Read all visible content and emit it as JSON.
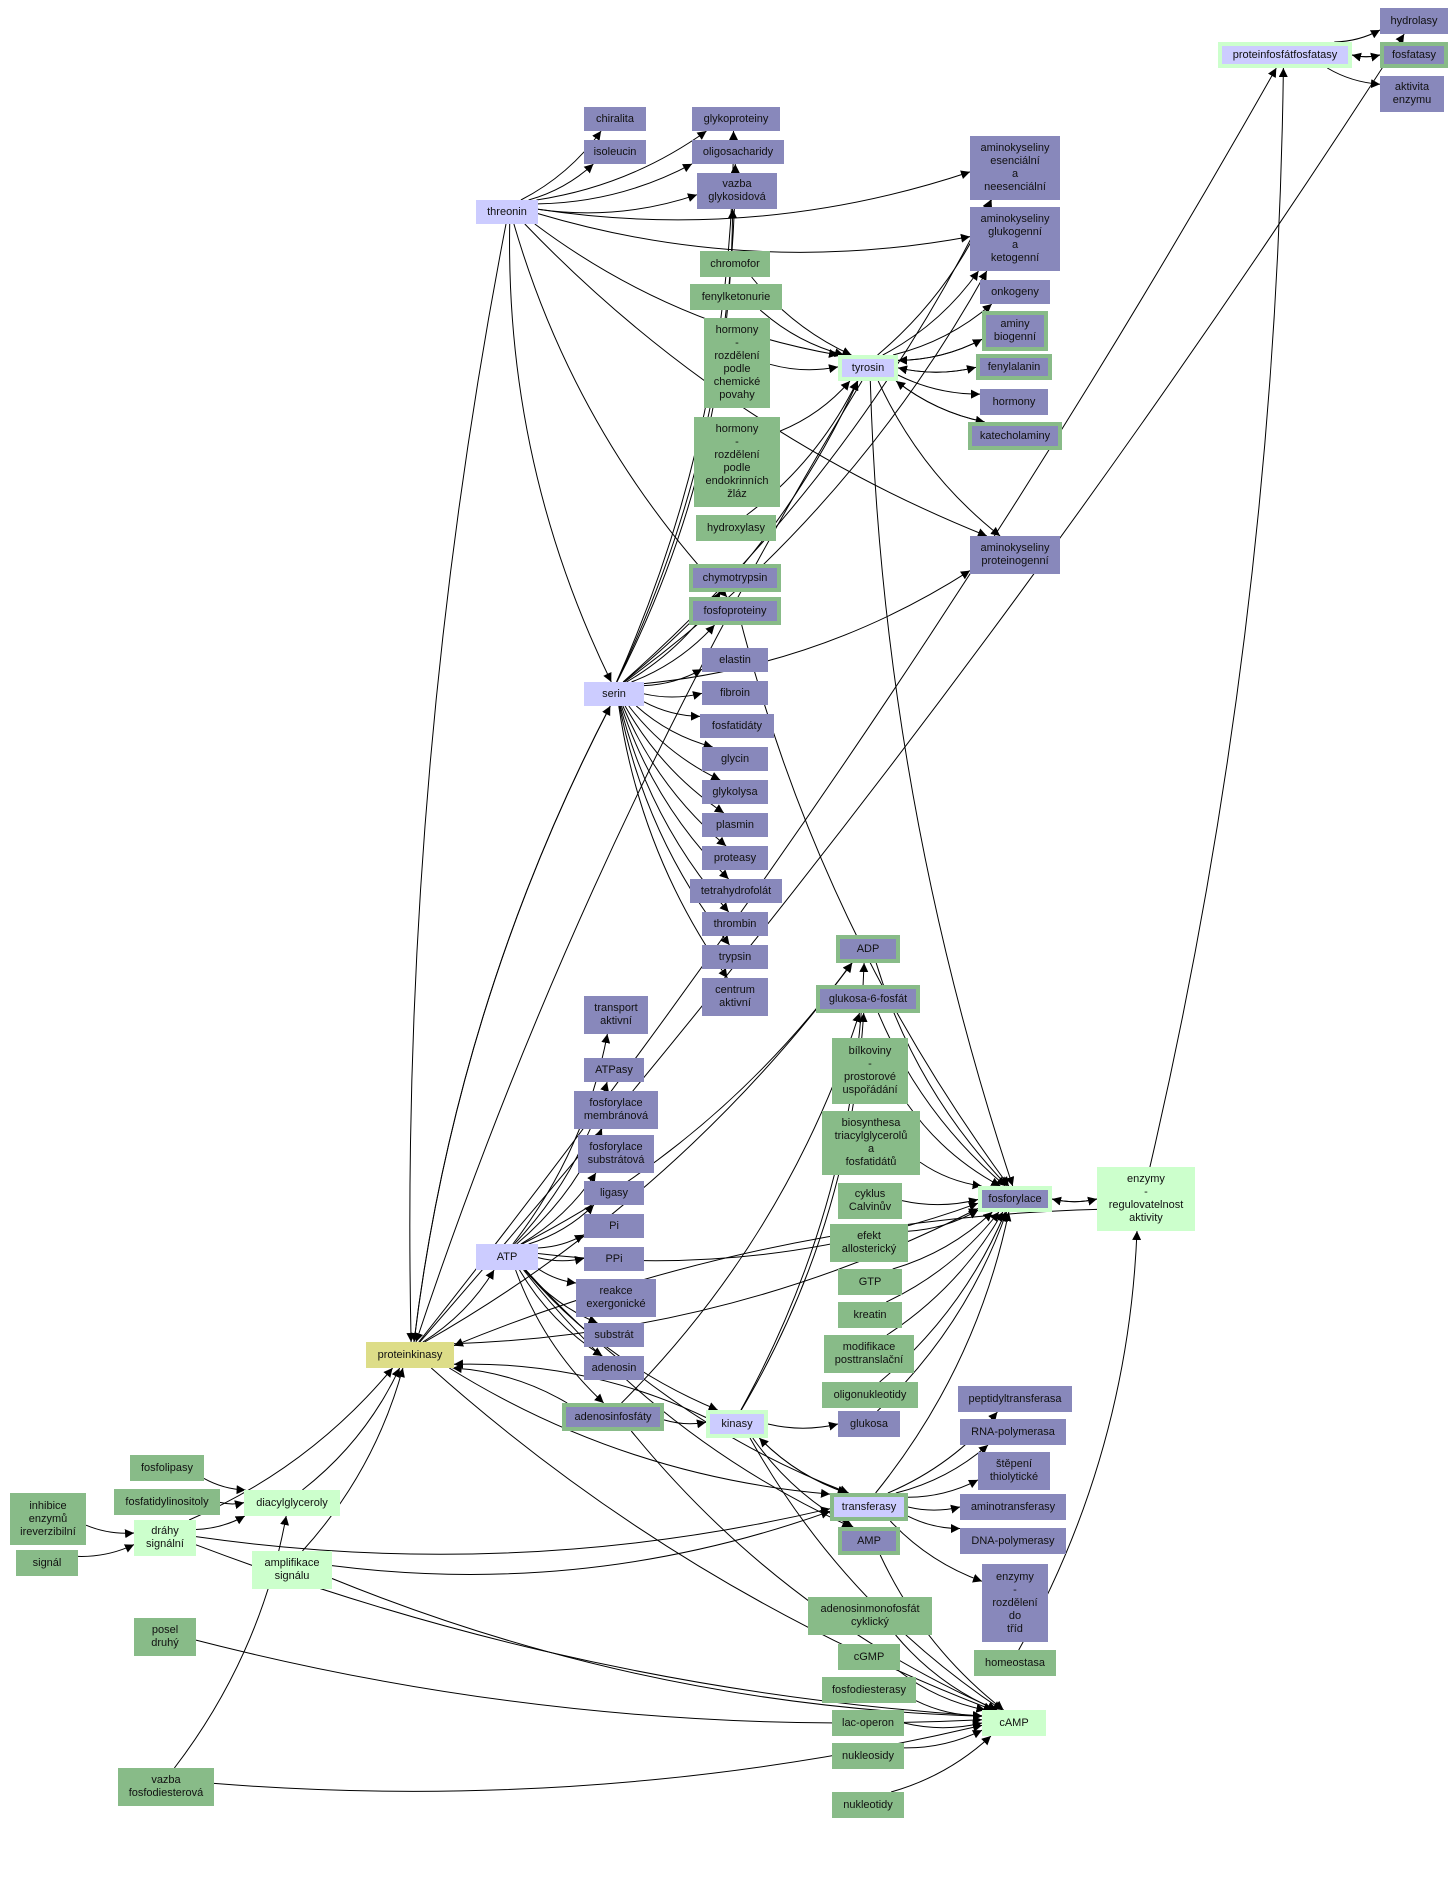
{
  "nodes": {
    "hydrolasy": {
      "label": "hydrolasy",
      "style": "blue"
    },
    "proteinfosfatfosfatasy": {
      "label": "proteinfosfátfosfatasy",
      "style": "lavender-mintframe"
    },
    "fosfatasy": {
      "label": "fosfatasy",
      "style": "blue-greenframe"
    },
    "aktivita_enzymu": {
      "label": "aktivita\nenzymu",
      "style": "blue"
    },
    "chiralita": {
      "label": "chiralita",
      "style": "blue"
    },
    "isoleucin": {
      "label": "isoleucin",
      "style": "blue"
    },
    "glykoproteiny": {
      "label": "glykoproteiny",
      "style": "blue"
    },
    "oligosacharidy": {
      "label": "oligosacharidy",
      "style": "blue"
    },
    "vazba_glykosidova": {
      "label": "vazba\nglykosidová",
      "style": "blue"
    },
    "threonin": {
      "label": "threonin",
      "style": "lavender"
    },
    "aminokyseliny_esencialni": {
      "label": "aminokyseliny\nesenciální\na\nneesenciální",
      "style": "blue"
    },
    "aminokyseliny_glukogenni": {
      "label": "aminokyseliny\nglukogenní\na\nketogenní",
      "style": "blue"
    },
    "chromofor": {
      "label": "chromofor",
      "style": "green"
    },
    "fenylketonurie": {
      "label": "fenylketonurie",
      "style": "green"
    },
    "onkogeny": {
      "label": "onkogeny",
      "style": "blue"
    },
    "aminy_biogenni": {
      "label": "aminy\nbiogenní",
      "style": "blue-greenframe"
    },
    "hormony_chemicke": {
      "label": "hormony\n-\nrozdělení\npodle\nchemické\npovahy",
      "style": "green"
    },
    "tyrosin": {
      "label": "tyrosin",
      "style": "lavender-mintframe"
    },
    "fenylalanin": {
      "label": "fenylalanin",
      "style": "blue-greenframe"
    },
    "hormony": {
      "label": "hormony",
      "style": "blue"
    },
    "hormony_endokrinni": {
      "label": "hormony\n-\nrozdělení\npodle\nendokrinních\nžláz",
      "style": "green"
    },
    "katecholaminy": {
      "label": "katecholaminy",
      "style": "blue-greenframe"
    },
    "hydroxylasy": {
      "label": "hydroxylasy",
      "style": "green"
    },
    "aminokyseliny_proteinogenni": {
      "label": "aminokyseliny\nproteinogenní",
      "style": "blue"
    },
    "chymotrypsin": {
      "label": "chymotrypsin",
      "style": "blue-greenframe"
    },
    "fosfoproteiny": {
      "label": "fosfoproteiny",
      "style": "blue-greenframe"
    },
    "elastin": {
      "label": "elastin",
      "style": "blue"
    },
    "serin": {
      "label": "serin",
      "style": "lavender"
    },
    "fibroin": {
      "label": "fibroin",
      "style": "blue"
    },
    "fosfatidaty": {
      "label": "fosfatidáty",
      "style": "blue"
    },
    "glycin": {
      "label": "glycin",
      "style": "blue"
    },
    "glykolysa": {
      "label": "glykolysa",
      "style": "blue"
    },
    "plasmin": {
      "label": "plasmin",
      "style": "blue"
    },
    "proteasy": {
      "label": "proteasy",
      "style": "blue"
    },
    "tetrahydrofolat": {
      "label": "tetrahydrofolát",
      "style": "blue"
    },
    "thrombin": {
      "label": "thrombin",
      "style": "blue"
    },
    "trypsin": {
      "label": "trypsin",
      "style": "blue"
    },
    "centrum_aktivni": {
      "label": "centrum\naktivní",
      "style": "blue"
    },
    "adp": {
      "label": "ADP",
      "style": "blue-greenframe"
    },
    "glukosa6fosfat": {
      "label": "glukosa-6-fosfát",
      "style": "blue-greenframe"
    },
    "transport_aktivni": {
      "label": "transport\naktivní",
      "style": "blue"
    },
    "bilkoviny": {
      "label": "bílkoviny\n-\nprostorové\nuspořádání",
      "style": "green"
    },
    "atpasy": {
      "label": "ATPasy",
      "style": "blue"
    },
    "fosforylace_membranova": {
      "label": "fosforylace\nmembránová",
      "style": "blue"
    },
    "biosynthesa": {
      "label": "biosynthesa\ntriacylglycerolů\na\nfosfatidátů",
      "style": "green"
    },
    "fosforylace_substratova": {
      "label": "fosforylace\nsubstrátová",
      "style": "blue"
    },
    "ligasy": {
      "label": "ligasy",
      "style": "blue"
    },
    "cyklus_calvinuv": {
      "label": "cyklus\nCalvinův",
      "style": "green"
    },
    "fosforylace": {
      "label": "fosforylace",
      "style": "blue-mintframe"
    },
    "enzymy_regulovatelnost": {
      "label": "enzymy\n-\nregulovatelnost\naktivity",
      "style": "mint"
    },
    "pi": {
      "label": "Pi",
      "style": "blue"
    },
    "efekt_allostericky": {
      "label": "efekt\nallosterický",
      "style": "green"
    },
    "atp": {
      "label": "ATP",
      "style": "lavender"
    },
    "ppi": {
      "label": "PPi",
      "style": "blue"
    },
    "gtp": {
      "label": "GTP",
      "style": "green"
    },
    "reakce_exergonicke": {
      "label": "reakce\nexergonické",
      "style": "blue"
    },
    "kreatin": {
      "label": "kreatin",
      "style": "green"
    },
    "substrat": {
      "label": "substrát",
      "style": "blue"
    },
    "modifikace": {
      "label": "modifikace\nposttranslační",
      "style": "green"
    },
    "proteinkinasy": {
      "label": "proteinkinasy",
      "style": "yellow"
    },
    "adenosin": {
      "label": "adenosin",
      "style": "blue"
    },
    "oligonukleotidy": {
      "label": "oligonukleotidy",
      "style": "green"
    },
    "peptidyltransferasa": {
      "label": "peptidyltransferasa",
      "style": "blue"
    },
    "adenosinfosfaty": {
      "label": "adenosinfosfáty",
      "style": "blue-greenframe"
    },
    "kinasy": {
      "label": "kinasy",
      "style": "lavender-mintframe"
    },
    "glukosa": {
      "label": "glukosa",
      "style": "blue"
    },
    "rna_polymerasa": {
      "label": "RNA-polymerasa",
      "style": "blue"
    },
    "fosfolipasy": {
      "label": "fosfolipasy",
      "style": "green"
    },
    "stepeni_thiolyticke": {
      "label": "štěpení\nthiolytické",
      "style": "blue"
    },
    "fosfatidylinositoly": {
      "label": "fosfatidylinositoly",
      "style": "green"
    },
    "inhibice_enzymu": {
      "label": "inhibice\nenzymů\nireverzibilní",
      "style": "green"
    },
    "diacylglyceroly": {
      "label": "diacylglyceroly",
      "style": "mint"
    },
    "transferasy": {
      "label": "transferasy",
      "style": "lavender-greenframe"
    },
    "aminotransferasy": {
      "label": "aminotransferasy",
      "style": "blue"
    },
    "drahy_signalni": {
      "label": "dráhy\nsignální",
      "style": "mint"
    },
    "amp": {
      "label": "AMP",
      "style": "blue-greenframe"
    },
    "dna_polymerasy": {
      "label": "DNA-polymerasy",
      "style": "blue"
    },
    "signal": {
      "label": "signál",
      "style": "green"
    },
    "amplifikace_signalu": {
      "label": "amplifikace\nsignálu",
      "style": "mint"
    },
    "enzymy_rozdeleni": {
      "label": "enzymy\n-\nrozdělení\ndo\ntříd",
      "style": "blue"
    },
    "adenosinmonofosfat": {
      "label": "adenosinmonofosfát\ncyklický",
      "style": "green"
    },
    "posel_druhy": {
      "label": "posel\ndruhý",
      "style": "green"
    },
    "cgmp": {
      "label": "cGMP",
      "style": "green"
    },
    "homeostasa": {
      "label": "homeostasa",
      "style": "green"
    },
    "fosfodiesterasy": {
      "label": "fosfodiesterasy",
      "style": "green"
    },
    "camp": {
      "label": "cAMP",
      "style": "mint"
    },
    "lac_operon": {
      "label": "lac-operon",
      "style": "green"
    },
    "nukleosidy": {
      "label": "nukleosidy",
      "style": "green"
    },
    "vazba_fosfodiesterova": {
      "label": "vazba\nfosfodiesterová",
      "style": "green"
    },
    "nukleotidy": {
      "label": "nukleotidy",
      "style": "green"
    }
  },
  "edges": [
    [
      "proteinfosfatfosfatasy",
      "hydrolasy"
    ],
    [
      "proteinfosfatfosfatasy",
      "fosfatasy"
    ],
    [
      "fosfatasy",
      "proteinfosfatfosfatasy"
    ],
    [
      "proteinfosfatfosfatasy",
      "aktivita_enzymu"
    ],
    [
      "threonin",
      "chiralita"
    ],
    [
      "threonin",
      "isoleucin"
    ],
    [
      "threonin",
      "glykoproteiny"
    ],
    [
      "threonin",
      "oligosacharidy"
    ],
    [
      "threonin",
      "vazba_glykosidova"
    ],
    [
      "threonin",
      "aminokyseliny_esencialni"
    ],
    [
      "threonin",
      "aminokyseliny_glukogenni"
    ],
    [
      "threonin",
      "aminokyseliny_proteinogenni"
    ],
    [
      "threonin",
      "fosfoproteiny"
    ],
    [
      "threonin",
      "serin"
    ],
    [
      "threonin",
      "tyrosin"
    ],
    [
      "threonin",
      "proteinkinasy"
    ],
    [
      "chromofor",
      "tyrosin"
    ],
    [
      "fenylketonurie",
      "tyrosin"
    ],
    [
      "hormony_chemicke",
      "tyrosin"
    ],
    [
      "hormony_endokrinni",
      "tyrosin"
    ],
    [
      "hydroxylasy",
      "tyrosin"
    ],
    [
      "tyrosin",
      "aminokyseliny_esencialni"
    ],
    [
      "tyrosin",
      "aminokyseliny_glukogenni"
    ],
    [
      "tyrosin",
      "onkogeny"
    ],
    [
      "tyrosin",
      "aminy_biogenni"
    ],
    [
      "aminy_biogenni",
      "tyrosin"
    ],
    [
      "tyrosin",
      "fenylalanin"
    ],
    [
      "fenylalanin",
      "tyrosin"
    ],
    [
      "tyrosin",
      "hormony"
    ],
    [
      "tyrosin",
      "katecholaminy"
    ],
    [
      "katecholaminy",
      "tyrosin"
    ],
    [
      "tyrosin",
      "aminokyseliny_proteinogenni"
    ],
    [
      "tyrosin",
      "fosforylace"
    ],
    [
      "tyrosin",
      "proteinkinasy"
    ],
    [
      "serin",
      "chymotrypsin"
    ],
    [
      "serin",
      "fosfoproteiny"
    ],
    [
      "serin",
      "aminokyseliny_proteinogenni"
    ],
    [
      "serin",
      "elastin"
    ],
    [
      "serin",
      "fibroin"
    ],
    [
      "serin",
      "fosfatidaty"
    ],
    [
      "serin",
      "glycin"
    ],
    [
      "serin",
      "glykolysa"
    ],
    [
      "serin",
      "plasmin"
    ],
    [
      "serin",
      "proteasy"
    ],
    [
      "serin",
      "tetrahydrofolat"
    ],
    [
      "serin",
      "thrombin"
    ],
    [
      "serin",
      "trypsin"
    ],
    [
      "serin",
      "centrum_aktivni"
    ],
    [
      "serin",
      "glykoproteiny"
    ],
    [
      "serin",
      "oligosacharidy"
    ],
    [
      "serin",
      "vazba_glykosidova"
    ],
    [
      "serin",
      "aminokyseliny_esencialni"
    ],
    [
      "serin",
      "aminokyseliny_glukogenni"
    ],
    [
      "serin",
      "tyrosin"
    ],
    [
      "serin",
      "proteinkinasy"
    ],
    [
      "fosfoproteiny",
      "fosforylace"
    ],
    [
      "adp",
      "fosforylace"
    ],
    [
      "glukosa6fosfat",
      "fosforylace"
    ],
    [
      "bilkoviny",
      "fosforylace"
    ],
    [
      "biosynthesa",
      "fosforylace"
    ],
    [
      "cyklus_calvinuv",
      "fosforylace"
    ],
    [
      "efekt_allostericky",
      "fosforylace"
    ],
    [
      "gtp",
      "fosforylace"
    ],
    [
      "kreatin",
      "fosforylace"
    ],
    [
      "modifikace",
      "fosforylace"
    ],
    [
      "oligonukleotidy",
      "fosforylace"
    ],
    [
      "glukosa",
      "fosforylace"
    ],
    [
      "fosforylace",
      "enzymy_regulovatelnost"
    ],
    [
      "enzymy_regulovatelnost",
      "fosforylace"
    ],
    [
      "enzymy_regulovatelnost",
      "proteinkinasy"
    ],
    [
      "enzymy_regulovatelnost",
      "proteinfosfatfosfatasy"
    ],
    [
      "atp",
      "transport_aktivni"
    ],
    [
      "atp",
      "atpasy"
    ],
    [
      "atp",
      "fosforylace_membranova"
    ],
    [
      "atp",
      "fosforylace_substratova"
    ],
    [
      "atp",
      "ligasy"
    ],
    [
      "atp",
      "pi"
    ],
    [
      "atp",
      "ppi"
    ],
    [
      "atp",
      "reakce_exergonicke"
    ],
    [
      "atp",
      "substrat"
    ],
    [
      "atp",
      "adenosin"
    ],
    [
      "atp",
      "adenosinfosfaty"
    ],
    [
      "atp",
      "kinasy"
    ],
    [
      "atp",
      "transferasy"
    ],
    [
      "atp",
      "adp"
    ],
    [
      "atp",
      "amp"
    ],
    [
      "atp",
      "fosforylace"
    ],
    [
      "proteinkinasy",
      "atp"
    ],
    [
      "proteinkinasy",
      "serin"
    ],
    [
      "proteinkinasy",
      "proteinfosfatfosfatasy"
    ],
    [
      "proteinkinasy",
      "hydrolasy"
    ],
    [
      "proteinkinasy",
      "transferasy"
    ],
    [
      "proteinkinasy",
      "fosforylace"
    ],
    [
      "proteinkinasy",
      "camp"
    ],
    [
      "proteinkinasy",
      "adp"
    ],
    [
      "adenosinfosfaty",
      "kinasy"
    ],
    [
      "adenosinfosfaty",
      "proteinkinasy"
    ],
    [
      "adenosinfosfaty",
      "camp"
    ],
    [
      "adenosinfosfaty",
      "glukosa6fosfat"
    ],
    [
      "kinasy",
      "proteinkinasy"
    ],
    [
      "kinasy",
      "glukosa"
    ],
    [
      "kinasy",
      "transferasy"
    ],
    [
      "kinasy",
      "amp"
    ],
    [
      "kinasy",
      "adp"
    ],
    [
      "kinasy",
      "glukosa6fosfat"
    ],
    [
      "kinasy",
      "camp"
    ],
    [
      "transferasy",
      "kinasy"
    ],
    [
      "transferasy",
      "peptidyltransferasa"
    ],
    [
      "transferasy",
      "rna_polymerasa"
    ],
    [
      "transferasy",
      "stepeni_thiolyticke"
    ],
    [
      "transferasy",
      "aminotransferasy"
    ],
    [
      "transferasy",
      "dna_polymerasy"
    ],
    [
      "transferasy",
      "enzymy_rozdeleni"
    ],
    [
      "transferasy",
      "fosforylace"
    ],
    [
      "fosfolipasy",
      "diacylglyceroly"
    ],
    [
      "fosfatidylinositoly",
      "diacylglyceroly"
    ],
    [
      "diacylglyceroly",
      "proteinkinasy"
    ],
    [
      "inhibice_enzymu",
      "drahy_signalni"
    ],
    [
      "signal",
      "drahy_signalni"
    ],
    [
      "drahy_signalni",
      "proteinkinasy"
    ],
    [
      "drahy_signalni",
      "diacylglyceroly"
    ],
    [
      "drahy_signalni",
      "transferasy"
    ],
    [
      "drahy_signalni",
      "camp"
    ],
    [
      "amplifikace_signalu",
      "proteinkinasy"
    ],
    [
      "amplifikace_signalu",
      "camp"
    ],
    [
      "amplifikace_signalu",
      "transferasy"
    ],
    [
      "posel_druhy",
      "camp"
    ],
    [
      "vazba_fosfodiesterova",
      "diacylglyceroly"
    ],
    [
      "vazba_fosfodiesterova",
      "camp"
    ],
    [
      "amp",
      "camp"
    ],
    [
      "adenosinmonofosfat",
      "camp"
    ],
    [
      "cgmp",
      "camp"
    ],
    [
      "fosfodiesterasy",
      "camp"
    ],
    [
      "lac_operon",
      "camp"
    ],
    [
      "nukleosidy",
      "camp"
    ],
    [
      "nukleotidy",
      "camp"
    ],
    [
      "homeostasa",
      "enzymy_regulovatelnost"
    ]
  ]
}
